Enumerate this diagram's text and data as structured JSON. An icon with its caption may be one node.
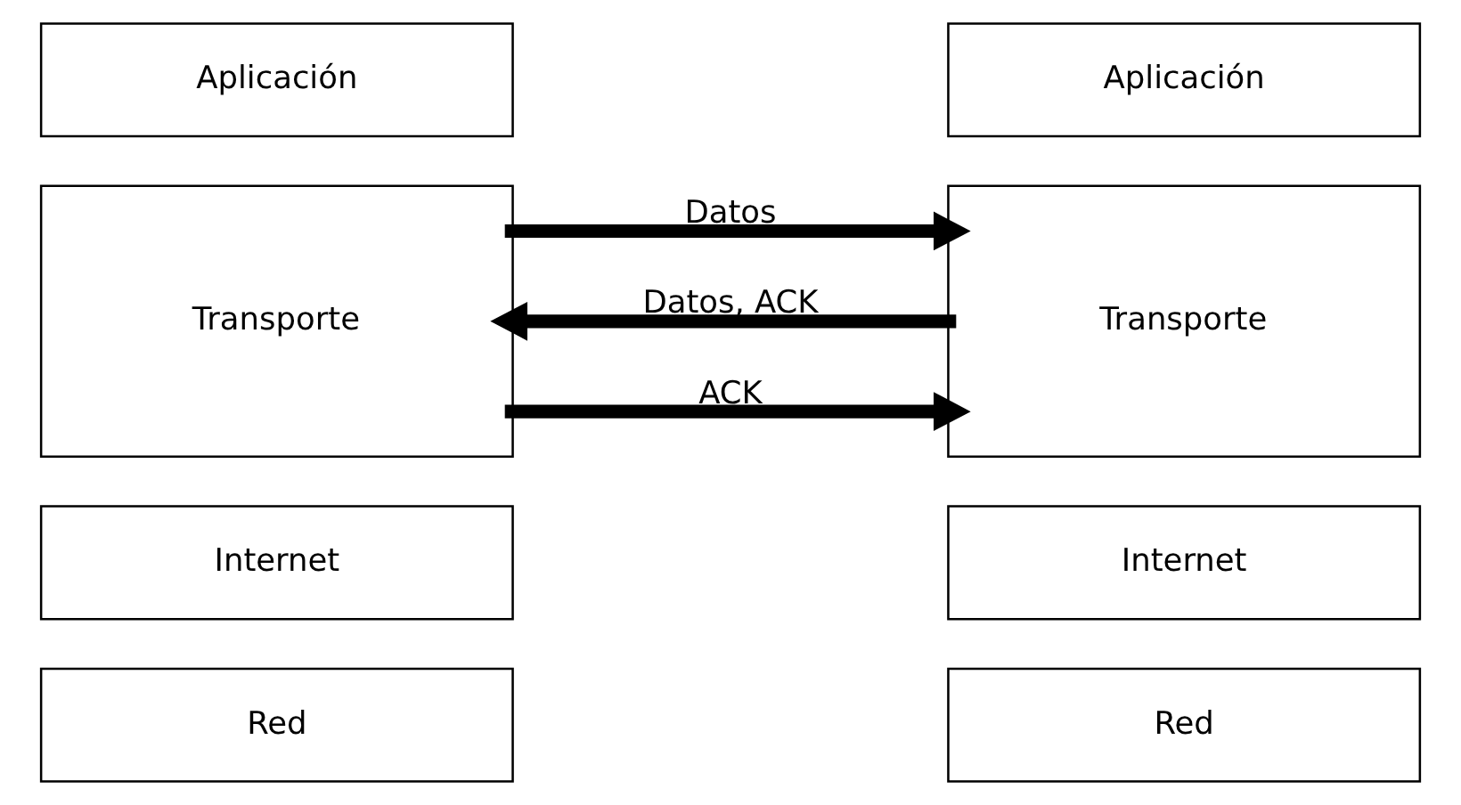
{
  "diagram": {
    "nodes": [
      {
        "text": [
          "Aplicación"
        ]
      },
      {
        "text": [
          "Transporte"
        ]
      },
      {
        "text": [
          "Internet"
        ]
      },
      {
        "text": [
          "Red"
        ]
      },
      {
        "text": [
          "Aplicación"
        ]
      },
      {
        "text": [
          "Transporte"
        ]
      },
      {
        "text": [
          "Internet"
        ]
      },
      {
        "text": [
          "Red"
        ]
      }
    ],
    "edges": [
      {
        "from": 1,
        "to": 5,
        "arrow": "to",
        "label": "Datos"
      },
      {
        "from": 5,
        "to": 1,
        "arrow": "to",
        "label": "Datos, ACK"
      },
      {
        "from": 1,
        "to": 5,
        "arrow": "to",
        "label": "ACK"
      }
    ]
  }
}
